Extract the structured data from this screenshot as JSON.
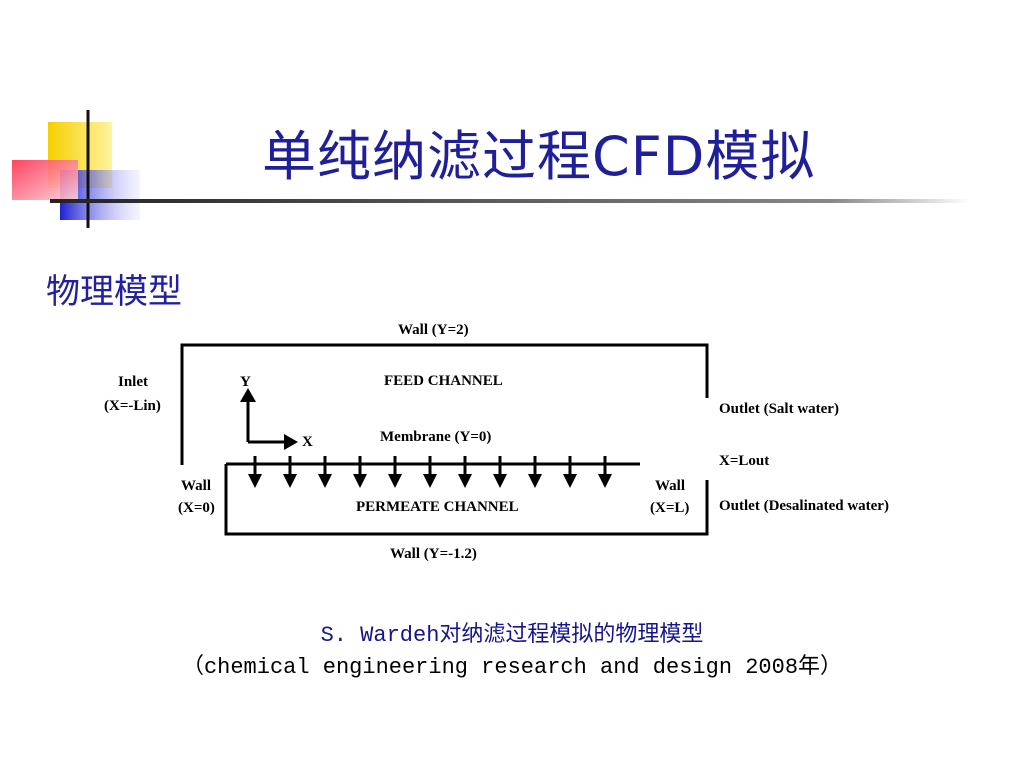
{
  "title": "单纯纳滤过程CFD模拟",
  "section_heading": "物理模型",
  "diagram": {
    "wall_top": "Wall (Y=2)",
    "inlet_line1": "Inlet",
    "inlet_line2": "(X=-Lin)",
    "axis_y": "Y",
    "axis_x": "X",
    "feed_channel": "FEED CHANNEL",
    "membrane": "Membrane (Y=0)",
    "outlet_salt": "Outlet (Salt water)",
    "x_lout": "X=Lout",
    "wall_left_line1": "Wall",
    "wall_left_line2": "(X=0)",
    "permeate_channel": "PERMEATE CHANNEL",
    "wall_right_line1": "Wall",
    "wall_right_line2": "(X=L)",
    "outlet_desal": "Outlet (Desalinated water)",
    "wall_bottom": "Wall (Y=-1.2)",
    "flux_arrow_count": 11
  },
  "caption": {
    "line1": "S. Wardeh对纳滤过程模拟的物理模型",
    "line2": "（chemical engineering research and design 2008年）"
  },
  "colors": {
    "title": "#1f1f99",
    "deco_yellow": "#f5d000",
    "deco_blue": "#2a2ad0",
    "deco_red": "#ff5a6a"
  }
}
